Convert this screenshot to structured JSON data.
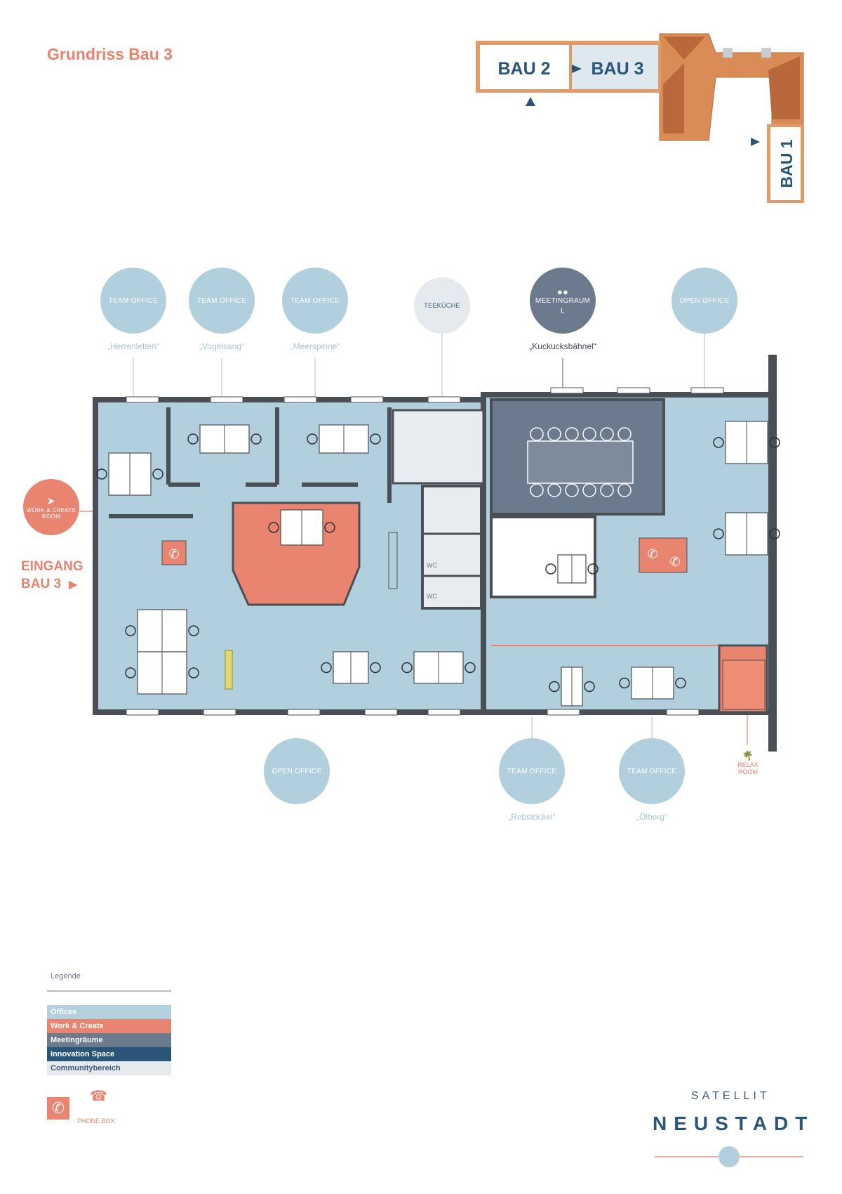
{
  "title": "Grundriss Bau 3",
  "minimap": {
    "bau2": "BAU 2",
    "bau3": "BAU 3",
    "bau1": "BAU 1"
  },
  "top_rooms": [
    {
      "type": "TEAM OFFICE",
      "name": "„Herrenletten“"
    },
    {
      "type": "TEAM OFFICE",
      "name": "„Vogelsang“"
    },
    {
      "type": "TEAM OFFICE",
      "name": "„Meerspinne“"
    },
    {
      "type": "TEEKÜCHE",
      "name": ""
    },
    {
      "type": "MEETINGRAUM",
      "size": "L",
      "name": "„Kuckucksbähnel“"
    },
    {
      "type": "OPEN OFFICE",
      "name": ""
    }
  ],
  "bottom_rooms": [
    {
      "type": "OPEN OFFICE",
      "name": ""
    },
    {
      "type": "TEAM OFFICE",
      "name": "„Rebstöckel“"
    },
    {
      "type": "TEAM OFFICE",
      "name": "„Ölberg“"
    }
  ],
  "relax_room": "RELAX ROOM",
  "work_create": {
    "line1": "WORK & CREATE",
    "line2": "ROOM"
  },
  "entrance": {
    "line1": "EINGANG",
    "line2": "BAU 3"
  },
  "wc_labels": [
    "WC",
    "WC"
  ],
  "legend": {
    "title": "Legende",
    "items": [
      {
        "label": "Offices",
        "color": "#b3d0de",
        "text": "#ffffff"
      },
      {
        "label": "Work & Create",
        "color": "#e8846f",
        "text": "#ffffff"
      },
      {
        "label": "Meetingräume",
        "color": "#6b7a8c",
        "text": "#ffffff"
      },
      {
        "label": "Innovation Space",
        "color": "#285578",
        "text": "#ffffff"
      },
      {
        "label": "Communitybereich",
        "color": "#e6e9ed",
        "text": "#3d5a78"
      }
    ],
    "phone_box": "PHONE BOX"
  },
  "logo": {
    "line1": "SATELLIT",
    "line2": "NEUSTADT"
  },
  "colors": {
    "office": "#b2cfdd",
    "work": "#e8846f",
    "meeting": "#6b7a8c",
    "community": "#e6e9ed",
    "wall": "#4a4f55",
    "roof": "#d98c55"
  }
}
